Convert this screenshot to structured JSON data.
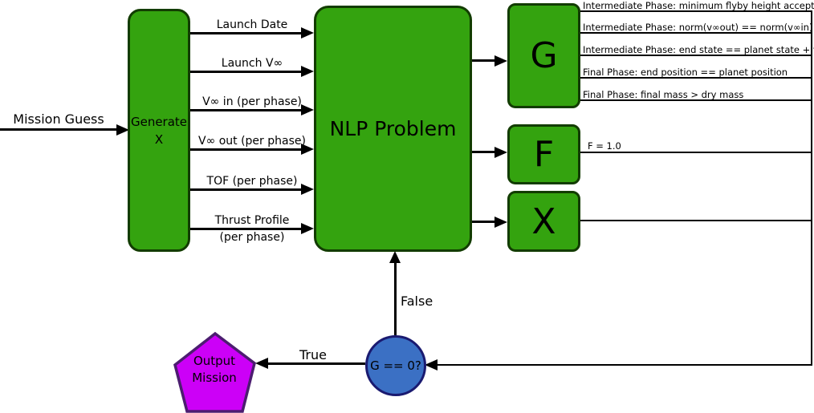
{
  "colors": {
    "box_fill": "#34A30F",
    "box_border": "#123C00",
    "circle_fill": "#3B70C4",
    "circle_border": "#1A1A70",
    "pentagon_fill": "#CC00F7",
    "pentagon_border": "#4C1D70"
  },
  "nodes": {
    "mission_guess": "Mission Guess",
    "generate": {
      "line1": "Generate",
      "line2": "X"
    },
    "nlp": "NLP Problem",
    "g": "G",
    "f": "F",
    "x": "X",
    "decision": "G == 0?",
    "output": {
      "line1": "Output",
      "line2": "Mission"
    }
  },
  "edges": {
    "inputs": [
      {
        "label": "Launch Date"
      },
      {
        "label": "Launch V∞"
      },
      {
        "label": "V∞ in (per phase)"
      },
      {
        "label": "V∞ out (per phase)"
      },
      {
        "label": "TOF (per phase)"
      },
      {
        "label": "Thrust Profile",
        "label2": "(per phase)"
      }
    ],
    "constraints": [
      "Intermediate Phase: minimum flyby height acceptable",
      "Intermediate Phase: norm(v∞out) == norm(v∞in)",
      "Intermediate Phase: end state == planet state + v∞",
      "Final Phase: end position == planet position",
      "Final Phase: final mass > dry mass"
    ],
    "f_value": "F = 1.0",
    "true_label": "True",
    "false_label": "False"
  }
}
